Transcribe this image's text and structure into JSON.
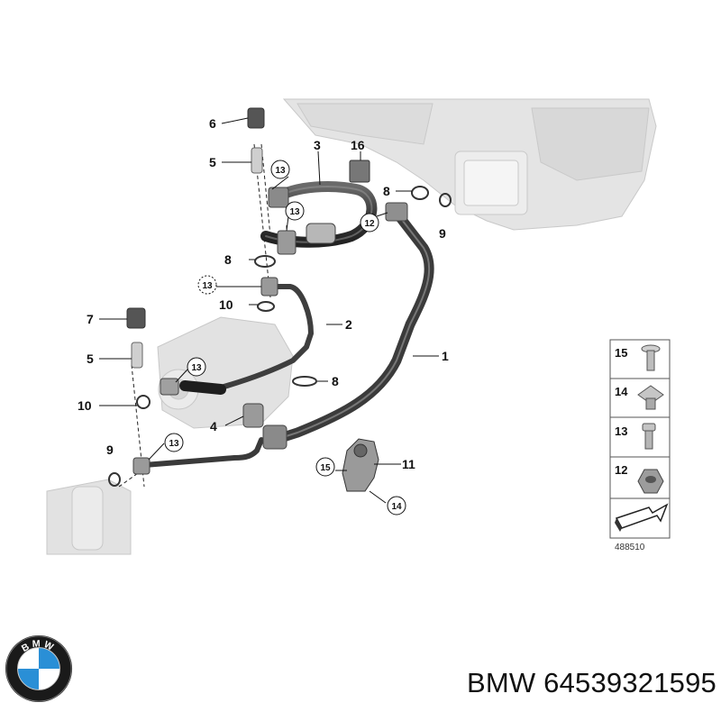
{
  "diagram": {
    "callouts": [
      {
        "label": "1",
        "circled": false
      },
      {
        "label": "2",
        "circled": false
      },
      {
        "label": "3",
        "circled": false
      },
      {
        "label": "4",
        "circled": false
      },
      {
        "label": "5",
        "circled": false
      },
      {
        "label": "5",
        "circled": false
      },
      {
        "label": "6",
        "circled": false
      },
      {
        "label": "7",
        "circled": false
      },
      {
        "label": "8",
        "circled": false
      },
      {
        "label": "8",
        "circled": false
      },
      {
        "label": "8",
        "circled": false
      },
      {
        "label": "9",
        "circled": false
      },
      {
        "label": "9",
        "circled": false
      },
      {
        "label": "10",
        "circled": false
      },
      {
        "label": "10",
        "circled": false
      },
      {
        "label": "11",
        "circled": false
      },
      {
        "label": "12",
        "circled": true
      },
      {
        "label": "13",
        "circled": true
      },
      {
        "label": "13",
        "circled": true
      },
      {
        "label": "13",
        "circled": true
      },
      {
        "label": "13",
        "circled": true
      },
      {
        "label": "13",
        "circled": true
      },
      {
        "label": "14",
        "circled": true
      },
      {
        "label": "15",
        "circled": true
      },
      {
        "label": "16",
        "circled": false
      }
    ],
    "legend": [
      {
        "label": "15",
        "icon": "torx-bolt-icon"
      },
      {
        "label": "14",
        "icon": "clip-nut-icon"
      },
      {
        "label": "13",
        "icon": "screw-icon"
      },
      {
        "label": "12",
        "icon": "hex-nut-icon"
      }
    ],
    "legend_arrow_icon": "direction-arrow-icon",
    "reference": "488510"
  },
  "brand": {
    "logo_icon": "bmw-roundel-icon",
    "logo_text": "BMW",
    "colors": {
      "blue": "#2a8fd6",
      "ring": "#1a1a1a",
      "white": "#ffffff"
    }
  },
  "footer": {
    "title": "BMW 64539321595"
  }
}
